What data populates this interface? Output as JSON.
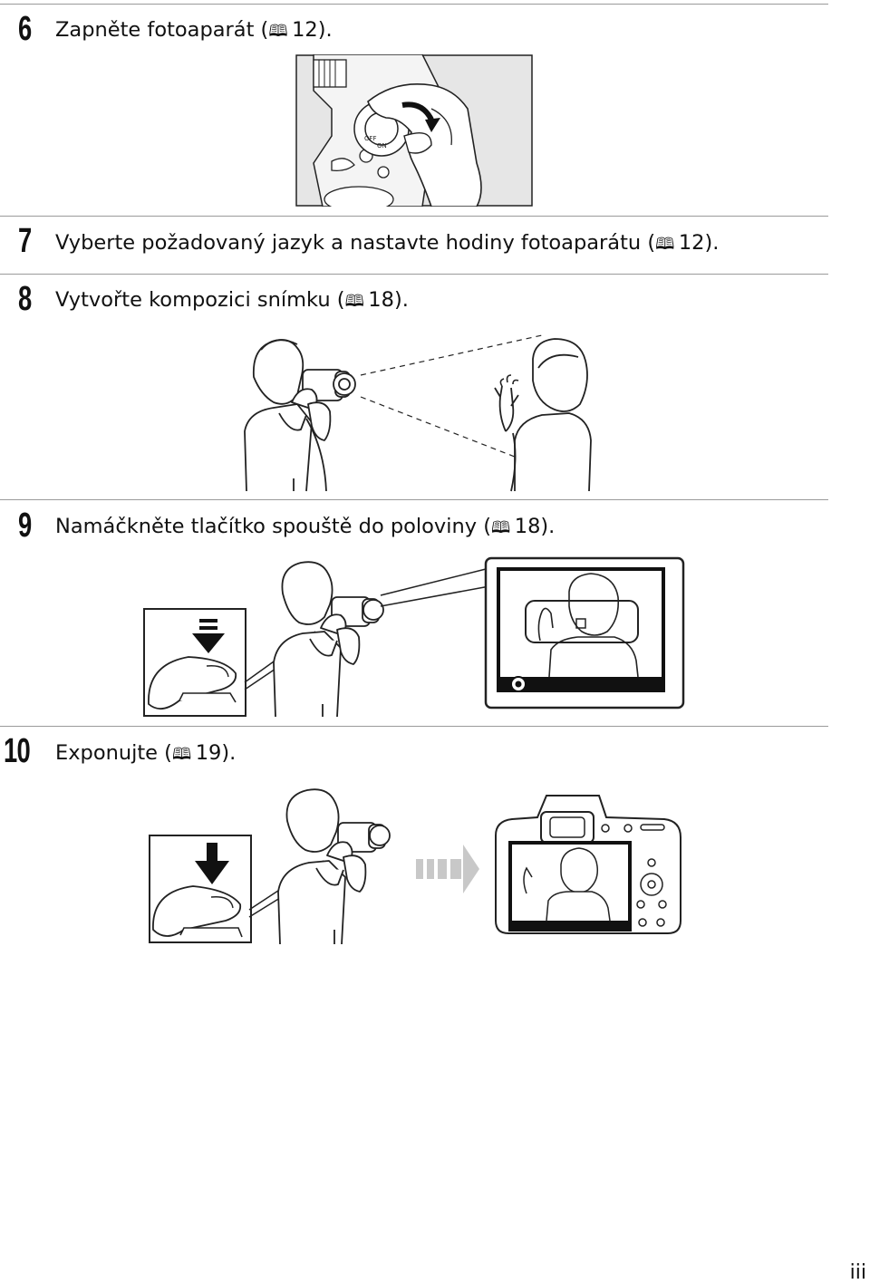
{
  "steps": [
    {
      "number": "6",
      "text": "Zapněte fotoaparát (",
      "page": "12",
      "suffix": ")."
    },
    {
      "number": "7",
      "text": "Vyberte požadovaný jazyk a nastavte hodiny fotoaparátu (",
      "page": "12",
      "suffix": ")."
    },
    {
      "number": "8",
      "text": "Vytvořte kompozici snímku (",
      "page": "18",
      "suffix": ")."
    },
    {
      "number": "9",
      "text": "Namáčkněte tlačítko spouště do poloviny (",
      "page": "18",
      "suffix": ")."
    },
    {
      "number": "10",
      "text": "Exponujte (",
      "page": "19",
      "suffix": ")."
    }
  ],
  "book_icon": "book-icon",
  "page_number": "iii",
  "figures": {
    "power_switch": {
      "labels": [
        "OFF",
        "ON"
      ]
    }
  },
  "colors": {
    "rule": "#9a9a9a",
    "text": "#111111",
    "figure_bg": "#e6e6e6",
    "line": "#222222"
  }
}
